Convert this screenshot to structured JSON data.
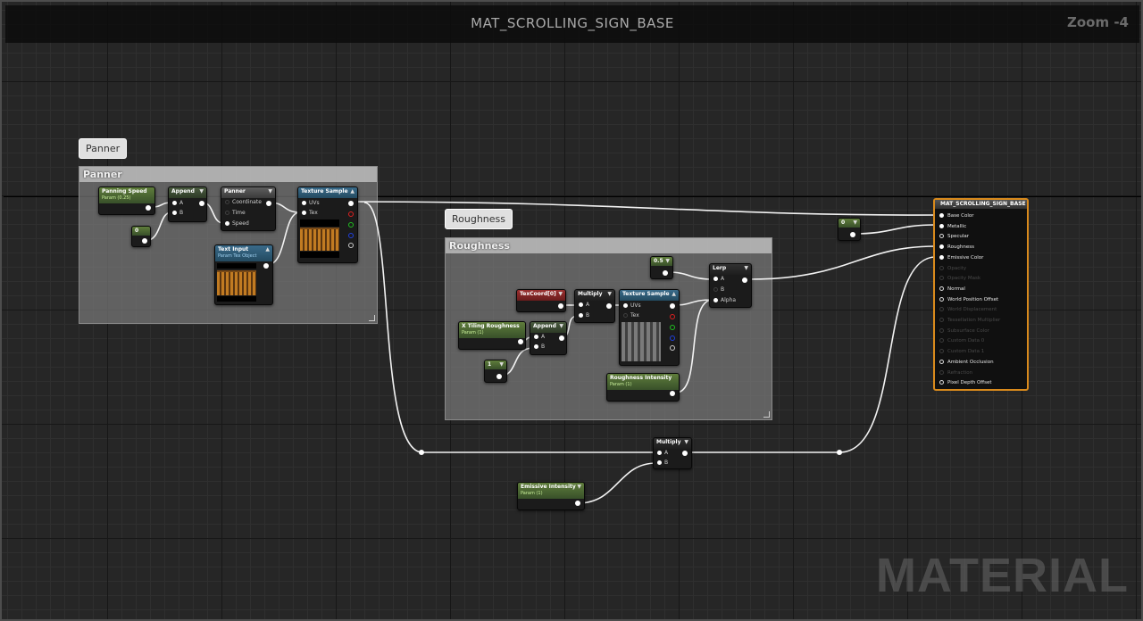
{
  "editor": {
    "title": "MAT_SCROLLING_SIGN_BASE",
    "zoom": "Zoom -4",
    "watermark": "MATERIAL"
  },
  "comments": {
    "panner": {
      "bubble": "Panner",
      "header": "Panner"
    },
    "roughness": {
      "bubble": "Roughness",
      "header": "Roughness"
    }
  },
  "nodes": {
    "panning_speed": {
      "title": "Panning Speed",
      "subtitle": "Param (0.25)"
    },
    "append1": {
      "title": "Append",
      "pins": [
        "A",
        "B"
      ]
    },
    "const1": {
      "title": "0"
    },
    "panner": {
      "title": "Panner",
      "pins": [
        "Coordinate",
        "Time",
        "Speed"
      ]
    },
    "texture_sample1": {
      "title": "Texture Sample",
      "pins": [
        "UVs",
        "Tex"
      ]
    },
    "text_input": {
      "title": "Text Input",
      "subtitle": "Param Tex Object"
    },
    "const2": {
      "title": "0"
    },
    "const3": {
      "title": "0.5"
    },
    "lerp": {
      "title": "Lerp",
      "pins": [
        "A",
        "B",
        "Alpha"
      ]
    },
    "texcoord": {
      "title": "TexCoord[0]"
    },
    "multiply1": {
      "title": "Multiply",
      "pins": [
        "A",
        "B"
      ]
    },
    "texture_sample2": {
      "title": "Texture Sample",
      "pins": [
        "UVs",
        "Tex"
      ]
    },
    "tiling_roughness": {
      "title": "X Tiling Roughness",
      "subtitle": "Param (1)"
    },
    "append2": {
      "title": "Append",
      "pins": [
        "A",
        "B"
      ]
    },
    "const4": {
      "title": "1"
    },
    "roughness_intensity": {
      "title": "Roughness Intensity",
      "subtitle": "Param (1)"
    },
    "multiply2": {
      "title": "Multiply",
      "pins": [
        "A",
        "B"
      ]
    },
    "emissive_intensity": {
      "title": "Emissive Intensity",
      "subtitle": "Param (1)"
    }
  },
  "result": {
    "title": "MAT_SCROLLING_SIGN_BASE",
    "pins": [
      {
        "label": "Base Color",
        "state": "connected"
      },
      {
        "label": "Metallic",
        "state": "connected"
      },
      {
        "label": "Specular",
        "state": "open"
      },
      {
        "label": "Roughness",
        "state": "connected"
      },
      {
        "label": "Emissive Color",
        "state": "connected"
      },
      {
        "label": "Opacity",
        "state": "disabled"
      },
      {
        "label": "Opacity Mask",
        "state": "disabled"
      },
      {
        "label": "Normal",
        "state": "open"
      },
      {
        "label": "World Position Offset",
        "state": "open"
      },
      {
        "label": "World Displacement",
        "state": "disabled"
      },
      {
        "label": "Tessellation Multiplier",
        "state": "disabled"
      },
      {
        "label": "Subsurface Color",
        "state": "disabled"
      },
      {
        "label": "Custom Data 0",
        "state": "disabled"
      },
      {
        "label": "Custom Data 1",
        "state": "disabled"
      },
      {
        "label": "Ambient Occlusion",
        "state": "open"
      },
      {
        "label": "Refraction",
        "state": "disabled"
      },
      {
        "label": "Pixel Depth Offset",
        "state": "open"
      }
    ]
  },
  "colors": {
    "result_border": "#d98a1c",
    "param_header": "#5f7d3b",
    "texture_header": "#3a6b8a",
    "texcoord_header": "#9a2f2f"
  }
}
